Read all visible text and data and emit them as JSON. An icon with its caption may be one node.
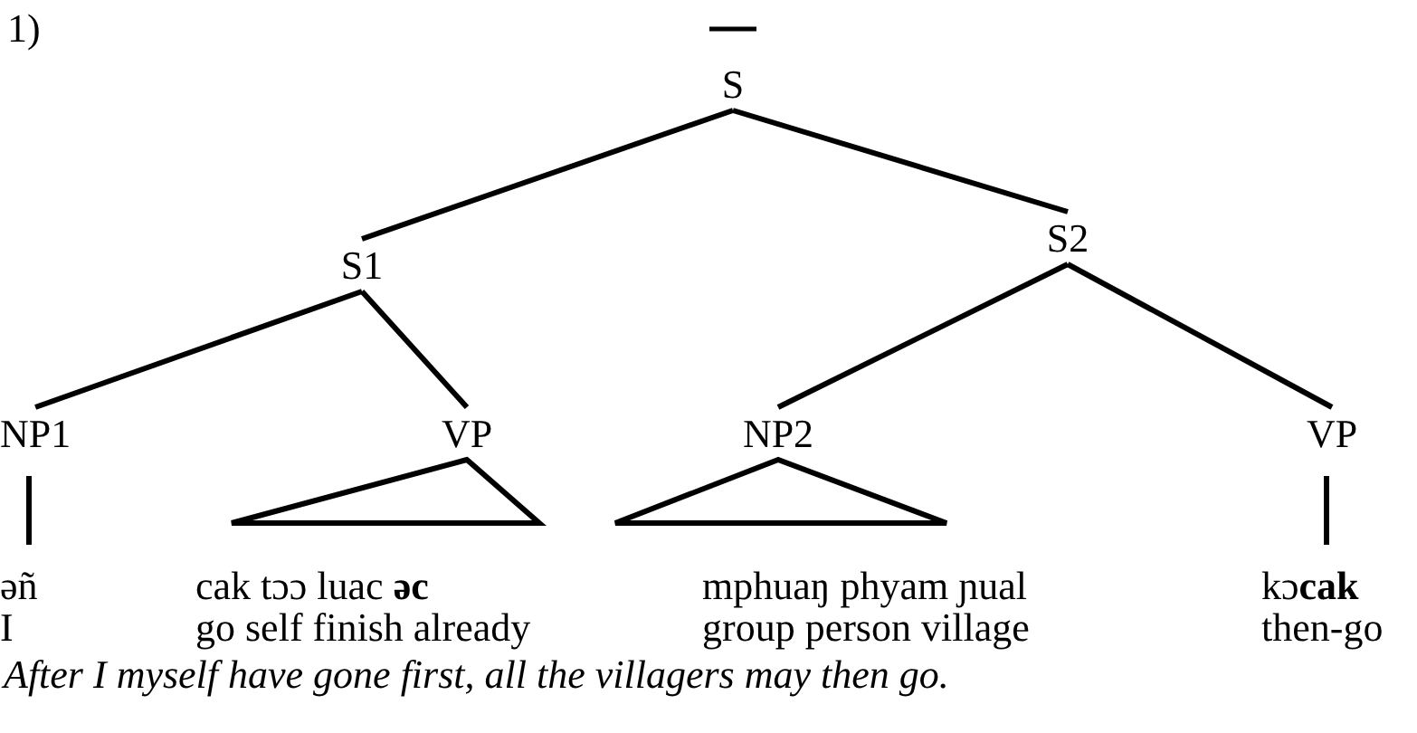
{
  "diagram": {
    "caption": "After I myself have gone first, all the villagers may then go.",
    "nodes": [
      {
        "text": [
          "S"
        ]
      },
      {
        "text": [
          "S1"
        ]
      },
      {
        "text": [
          "S2"
        ]
      },
      {
        "text": [
          "NP1"
        ]
      },
      {
        "text": [
          "VP"
        ]
      },
      {
        "text": [
          "NP2"
        ]
      },
      {
        "text": [
          "VP"
        ]
      },
      {
        "text": [
          "əñ"
        ]
      },
      {
        "text": [
          "cak tɔɔ luac **əc**"
        ]
      },
      {
        "text": [
          "mphuaŋ phyam ɲual"
        ]
      },
      {
        "text": [
          "kɔ**cak**"
        ]
      }
    ],
    "edges": [
      {
        "from": 0,
        "to": 1,
        "arrow": "none"
      },
      {
        "from": 0,
        "to": 2,
        "arrow": "none"
      },
      {
        "from": 1,
        "to": 3,
        "arrow": "none"
      },
      {
        "from": 1,
        "to": 4,
        "arrow": "none"
      },
      {
        "from": 2,
        "to": 5,
        "arrow": "none"
      },
      {
        "from": 2,
        "to": 6,
        "arrow": "none"
      },
      {
        "from": 3,
        "to": 7,
        "arrow": "none"
      },
      {
        "from": 4,
        "to": 8,
        "arrow": "none"
      },
      {
        "from": 5,
        "to": 9,
        "arrow": "none"
      },
      {
        "from": 6,
        "to": 10,
        "arrow": "none"
      }
    ],
    "labels": [
      "1)",
      "I",
      "go self finish already",
      "group person village",
      "then-go"
    ]
  }
}
